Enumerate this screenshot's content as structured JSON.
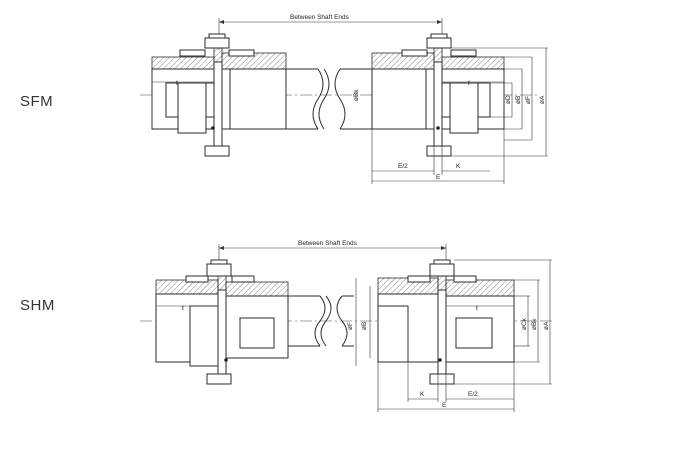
{
  "models": [
    {
      "id": "sfm",
      "name": "SFM",
      "shaft_label": "Between Shaft Ends",
      "l_label_left": "ℓ",
      "l_label_right": "ℓ",
      "dim_e_half": "E/2",
      "dim_k": "K",
      "dim_e": "E",
      "dia_labels": [
        "øD",
        "øB",
        "øF",
        "øA"
      ],
      "bore_label": "øBk"
    },
    {
      "id": "shm",
      "name": "SHM",
      "shaft_label": "Between Shaft Ends",
      "l_label_left": "ℓ",
      "l_label_right": "ℓ",
      "dim_k": "K",
      "dim_e_half": "E/2",
      "dim_e": "E",
      "left_dia_labels": [
        "øF",
        "øB"
      ],
      "dia_labels": [
        "øCk",
        "øBk",
        "øA"
      ]
    }
  ]
}
